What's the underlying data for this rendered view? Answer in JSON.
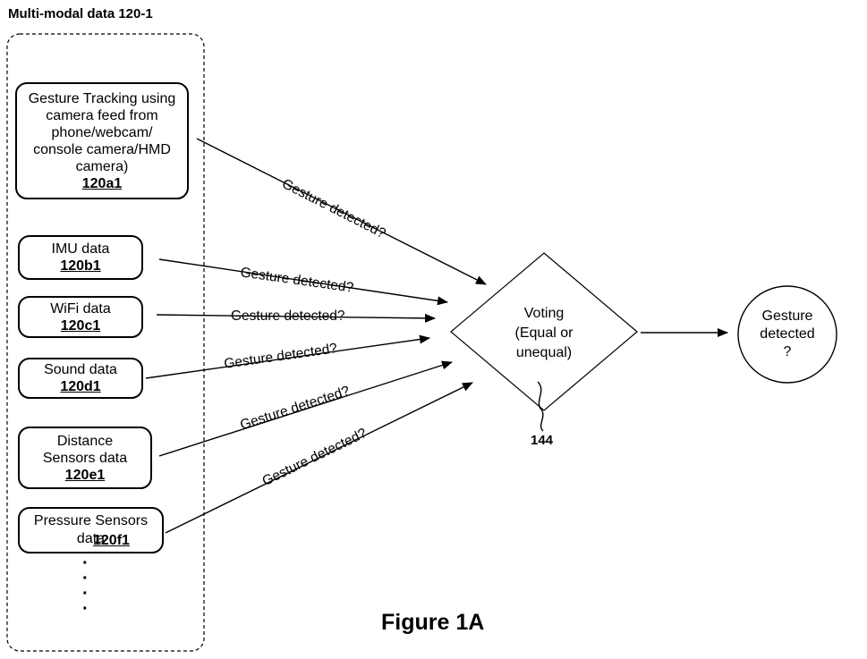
{
  "group_title": "Multi-modal data 120-1",
  "sources": [
    {
      "text": "Gesture Tracking using camera feed from phone/webcam/ console camera/HMD camera)",
      "ref": "120a1"
    },
    {
      "text": "IMU data",
      "ref": "120b1"
    },
    {
      "text": "WiFi data",
      "ref": "120c1"
    },
    {
      "text": "Sound data",
      "ref": "120d1"
    },
    {
      "text": "Distance Sensors data",
      "ref": "120e1"
    },
    {
      "text": "Pressure Sensors data",
      "ref": "120f1"
    }
  ],
  "ellipsis": "·\n·\n·\n·",
  "edge_label": "Gesture detected?",
  "voting": {
    "line1": "Voting",
    "line2": "(Equal or",
    "line3": "unequal)"
  },
  "voting_ref": "144",
  "output": {
    "line1": "Gesture",
    "line2": "detected",
    "line3": "?"
  },
  "figure_caption": "Figure 1A"
}
